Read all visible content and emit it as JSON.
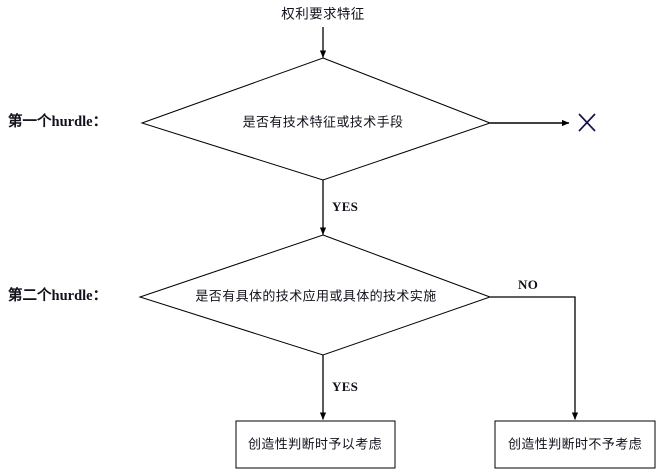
{
  "diagram": {
    "type": "flowchart",
    "orientation": "top-to-bottom",
    "background_color": "#ffffff",
    "line_color": "#000000",
    "text_color": "#12101b",
    "title": "权利要求特征"
  },
  "start": {
    "label": "权利要求特征"
  },
  "stages": [
    {
      "label": "第一个hurdle："
    },
    {
      "label": "第二个hurdle："
    }
  ],
  "decisions": [
    {
      "label": "是否有技术特征或技术手段"
    },
    {
      "label": "是否有具体的技术应用或具体的技术实施"
    }
  ],
  "edge_labels": {
    "yes_1": "YES",
    "yes_2": "YES",
    "no_2": "NO"
  },
  "terminals": [
    {
      "label": "创造性判断时予以考虑"
    },
    {
      "label": "创造性判断时不予考虑"
    }
  ],
  "reject_mark": {
    "name": "x-mark",
    "glyph": "✕"
  }
}
